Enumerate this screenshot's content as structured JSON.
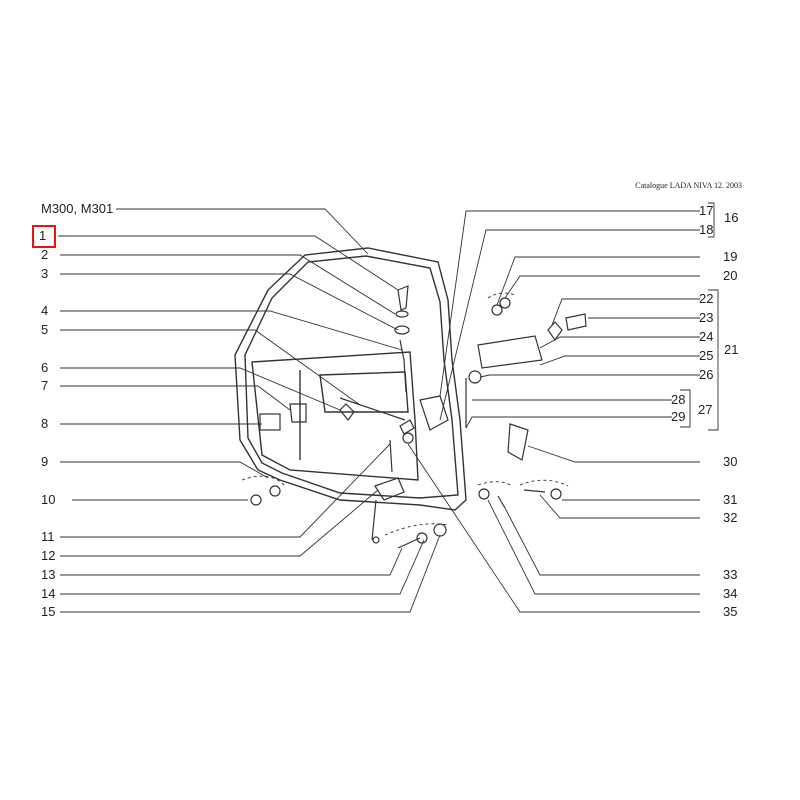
{
  "catalog_note": "Catalogue  LADA NIVA  12. 2003",
  "model_label": "M300, M301",
  "left_labels": [
    "1",
    "2",
    "3",
    "4",
    "5",
    "6",
    "7",
    "8",
    "9",
    "10",
    "11",
    "12",
    "13",
    "14",
    "15"
  ],
  "right_labels": [
    "17",
    "18",
    "19",
    "20",
    "22",
    "23",
    "24",
    "25",
    "26",
    "28",
    "29",
    "30",
    "31",
    "32",
    "33",
    "34",
    "35"
  ],
  "group_labels": {
    "g16": "16",
    "g21": "21",
    "g27": "27"
  },
  "highlighted_label": "1",
  "colors": {
    "line": "#333333",
    "highlight": "#ee1111"
  }
}
